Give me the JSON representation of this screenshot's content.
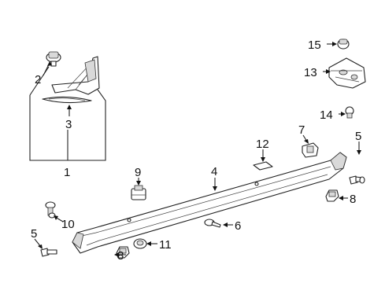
{
  "callouts": [
    {
      "id": "c1",
      "text": "1"
    },
    {
      "id": "c2",
      "text": "2"
    },
    {
      "id": "c3",
      "text": "3"
    },
    {
      "id": "c4",
      "text": "4"
    },
    {
      "id": "c5a",
      "text": "5"
    },
    {
      "id": "c5b",
      "text": "5"
    },
    {
      "id": "c6",
      "text": "6"
    },
    {
      "id": "c7",
      "text": "7"
    },
    {
      "id": "c8a",
      "text": "8"
    },
    {
      "id": "c8b",
      "text": "8"
    },
    {
      "id": "c9",
      "text": "9"
    },
    {
      "id": "c10",
      "text": "10"
    },
    {
      "id": "c11",
      "text": "11"
    },
    {
      "id": "c12",
      "text": "12"
    },
    {
      "id": "c13",
      "text": "13"
    },
    {
      "id": "c14",
      "text": "14"
    },
    {
      "id": "c15",
      "text": "15"
    }
  ]
}
